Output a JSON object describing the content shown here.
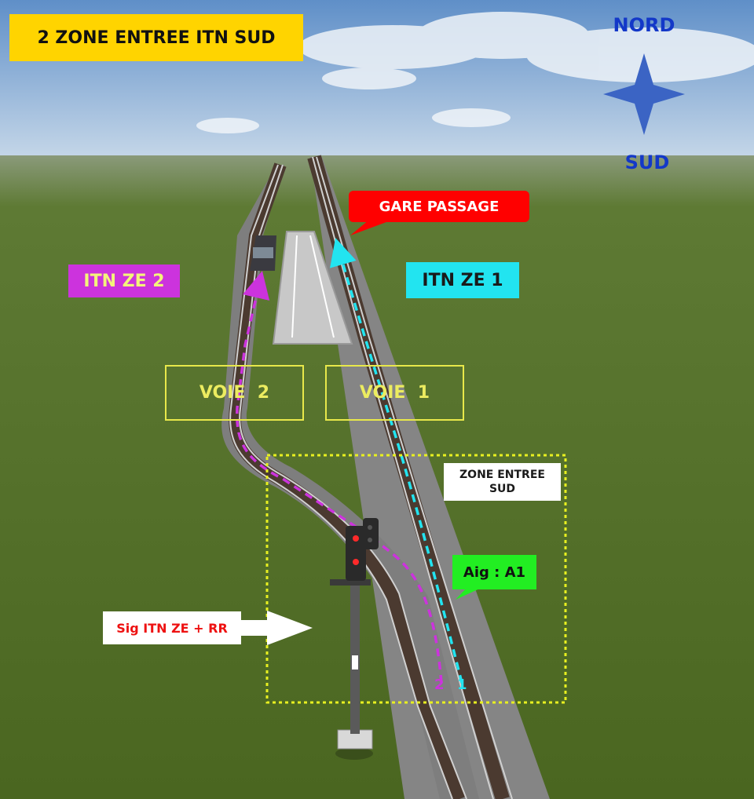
{
  "title": "2 ZONE ENTREE ITN SUD",
  "compass": {
    "north": "NORD",
    "south": "SUD"
  },
  "labels": {
    "gare_passage": "GARE PASSAGE",
    "itn_ze_2": "ITN ZE 2",
    "itn_ze_1": "ITN ZE 1",
    "voie_2": "VOIE  2",
    "voie_1": "VOIE  1",
    "zone_entree": "ZONE ENTREE\nSUD",
    "aiguillage": "Aig : A1",
    "signal": "Sig ITN ZE + RR",
    "track_2": "2",
    "track_1": "1"
  },
  "colors": {
    "title_bg": "#ffd400",
    "compass": "#1338c8",
    "gare_bg": "#ff0000",
    "itn_ze_2_bg": "#cc33dd",
    "itn_ze_1_bg": "#22e4f0",
    "voie_border": "#e8e84a",
    "zone_border": "#e8f020",
    "aig_bg": "#22ee22",
    "signal_text": "#ee1111",
    "route_2": "#cc33dd",
    "route_1": "#22e4f0",
    "grass": "#4f6b22",
    "sky": "#7fa8d8"
  },
  "icons": [
    "compass-star-icon",
    "railway-signal-icon",
    "arrow-right-icon"
  ]
}
